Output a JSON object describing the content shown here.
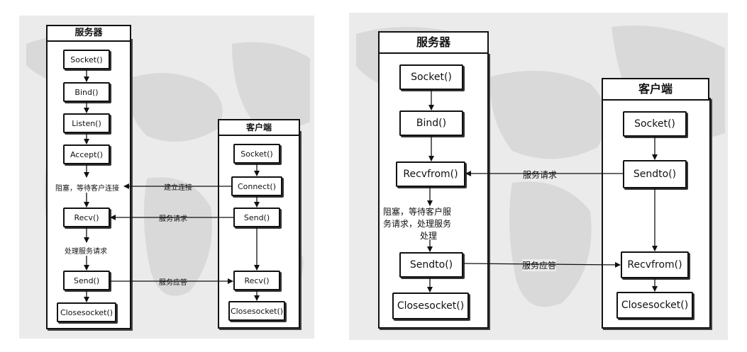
{
  "tcp": {
    "server_title": "服务器",
    "client_title": "客户端",
    "server_steps": [
      "Socket()",
      "Bind()",
      "Listen()",
      "Accept()",
      "Recv()",
      "Send()",
      "Closesocket()"
    ],
    "client_steps": [
      "Socket()",
      "Connect()",
      "Send()",
      "Recv()",
      "Closesocket()"
    ],
    "block_note": "阻塞，等待客户连接",
    "process_note": "处理服务请求",
    "msg_connect": "建立连接",
    "msg_request": "服务请求",
    "msg_response": "服务应答"
  },
  "udp": {
    "server_title": "服务器",
    "client_title": "客户端",
    "server_steps": [
      "Socket()",
      "Bind()",
      "Recvfrom()",
      "Sendto()",
      "Closesocket()"
    ],
    "client_steps": [
      "Socket()",
      "Sendto()",
      "Recvfrom()",
      "Closesocket()"
    ],
    "block_note_1": "阻塞，等待客户服",
    "block_note_2": "务请求，处理服务",
    "block_note_3": "处理",
    "msg_request": "服务请求",
    "msg_response": "服务应答"
  }
}
